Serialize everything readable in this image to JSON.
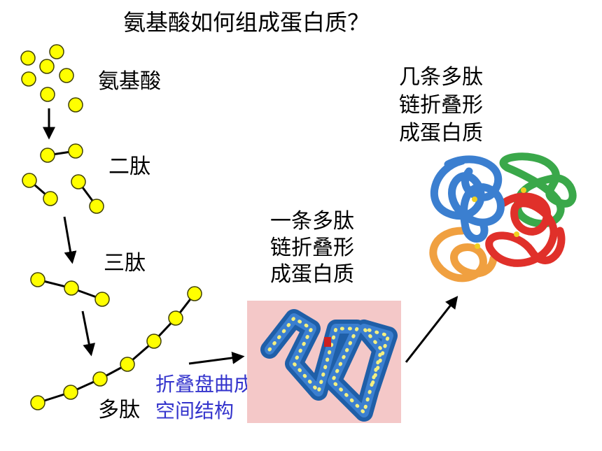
{
  "title": "氨基酸如何组成蛋白质？",
  "labels": {
    "amino_acid": "氨基酸",
    "dipeptide": "二肽",
    "tripeptide": "三肽",
    "polypeptide": "多肽",
    "fold_line1": "折叠盘曲成",
    "fold_line2": "空间结构",
    "single_line1": "一条多肽",
    "single_line2": "链折叠形",
    "single_line3": "成蛋白质",
    "multi_line1": "几条多肽",
    "multi_line2": "链折叠形",
    "multi_line3": "成蛋白质"
  },
  "colors": {
    "amino_fill": "#ffff00",
    "amino_stroke": "#404000",
    "bond": "#000000",
    "fold_text": "#3333cc",
    "tube_blue": "#3b7fd0",
    "tube_green": "#3aa84a",
    "tube_red": "#e0302a",
    "tube_orange": "#f0a040",
    "image_bg": "#f4c8c8"
  }
}
